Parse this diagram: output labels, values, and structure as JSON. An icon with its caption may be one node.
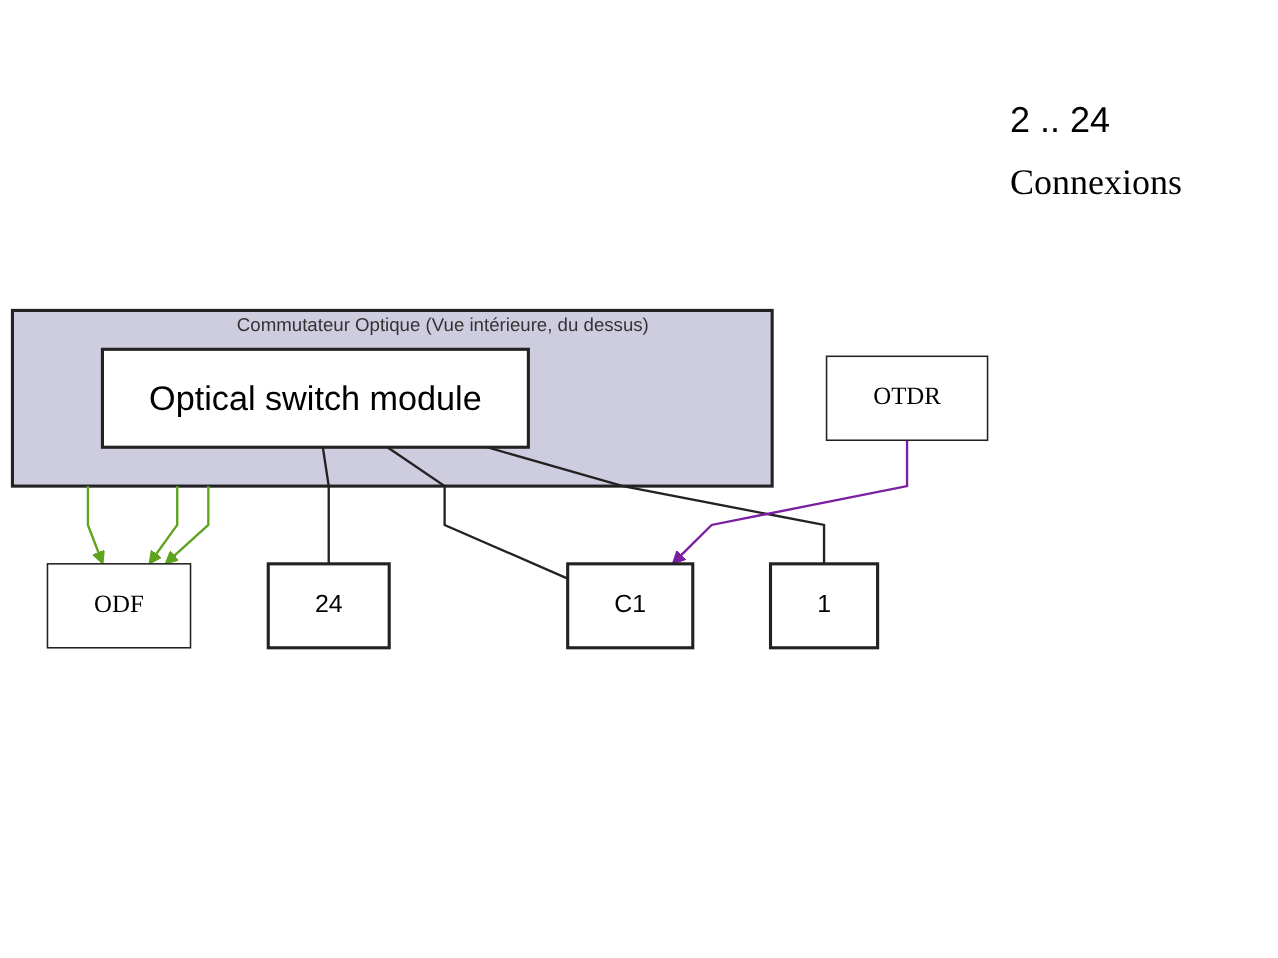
{
  "diagram": {
    "nodes": [
      {
        "text": [
          "Commutateur Optique (Vue intérieure, du dessus)"
        ]
      },
      {
        "text": [
          "Optical switch module"
        ],
        "in": 0
      },
      {
        "text": [
          "1"
        ]
      },
      {
        "text": [
          "24"
        ]
      },
      {
        "text": [
          "C1"
        ]
      },
      {
        "text": [
          "ODF"
        ]
      },
      {
        "text": [
          "OTDR"
        ]
      }
    ],
    "edges": [
      {
        "from": 1,
        "to": 2,
        "arrow": "none"
      },
      {
        "from": 1,
        "to": 3,
        "arrow": "none"
      },
      {
        "from": 1,
        "to": 4,
        "arrow": "none"
      },
      {
        "from": 0,
        "to": 5,
        "arrow": "to",
        "color": "#5fa31e"
      },
      {
        "from": 0,
        "to": 5,
        "arrow": "to",
        "color": "#5fa31e"
      },
      {
        "from": 0,
        "to": 5,
        "arrow": "to",
        "color": "#5fa31e"
      },
      {
        "from": 6,
        "to": 4,
        "arrow": "to",
        "color": "#7a1fa2"
      }
    ],
    "labels": [
      "2 .. 24",
      "Connexions"
    ]
  }
}
